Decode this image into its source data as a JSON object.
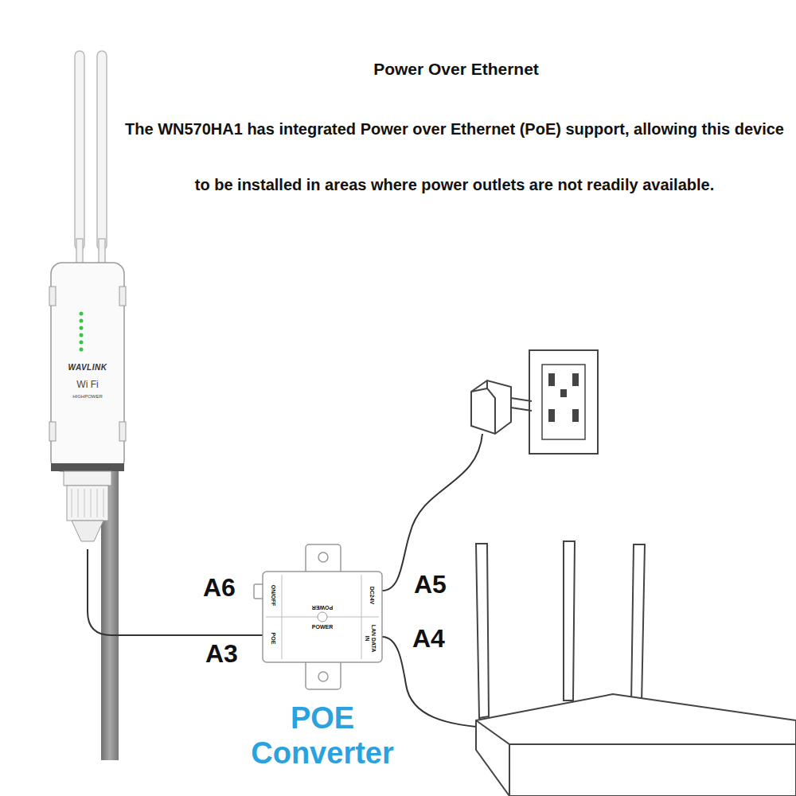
{
  "diagram": {
    "title": "Power Over Ethernet",
    "caption": "The WN570HA1 has integrated Power over Ethernet (PoE) support, allowing this device to be installed in areas where power outlets are not readily available.",
    "nodes": [
      {
        "text": [
          "WAVLINK",
          "Wi Fi",
          "HIGHPOWER"
        ]
      },
      {
        "text": [
          "ON/OFF",
          "DC24V",
          "POE",
          "LAN DATA IN",
          "POWER",
          "POWER",
          "POE Converter"
        ]
      }
    ],
    "edges": [
      {
        "from": 0,
        "to": 1,
        "arrow": "none"
      }
    ],
    "labels": [
      "A6",
      "A5",
      "A3",
      "A4"
    ]
  }
}
